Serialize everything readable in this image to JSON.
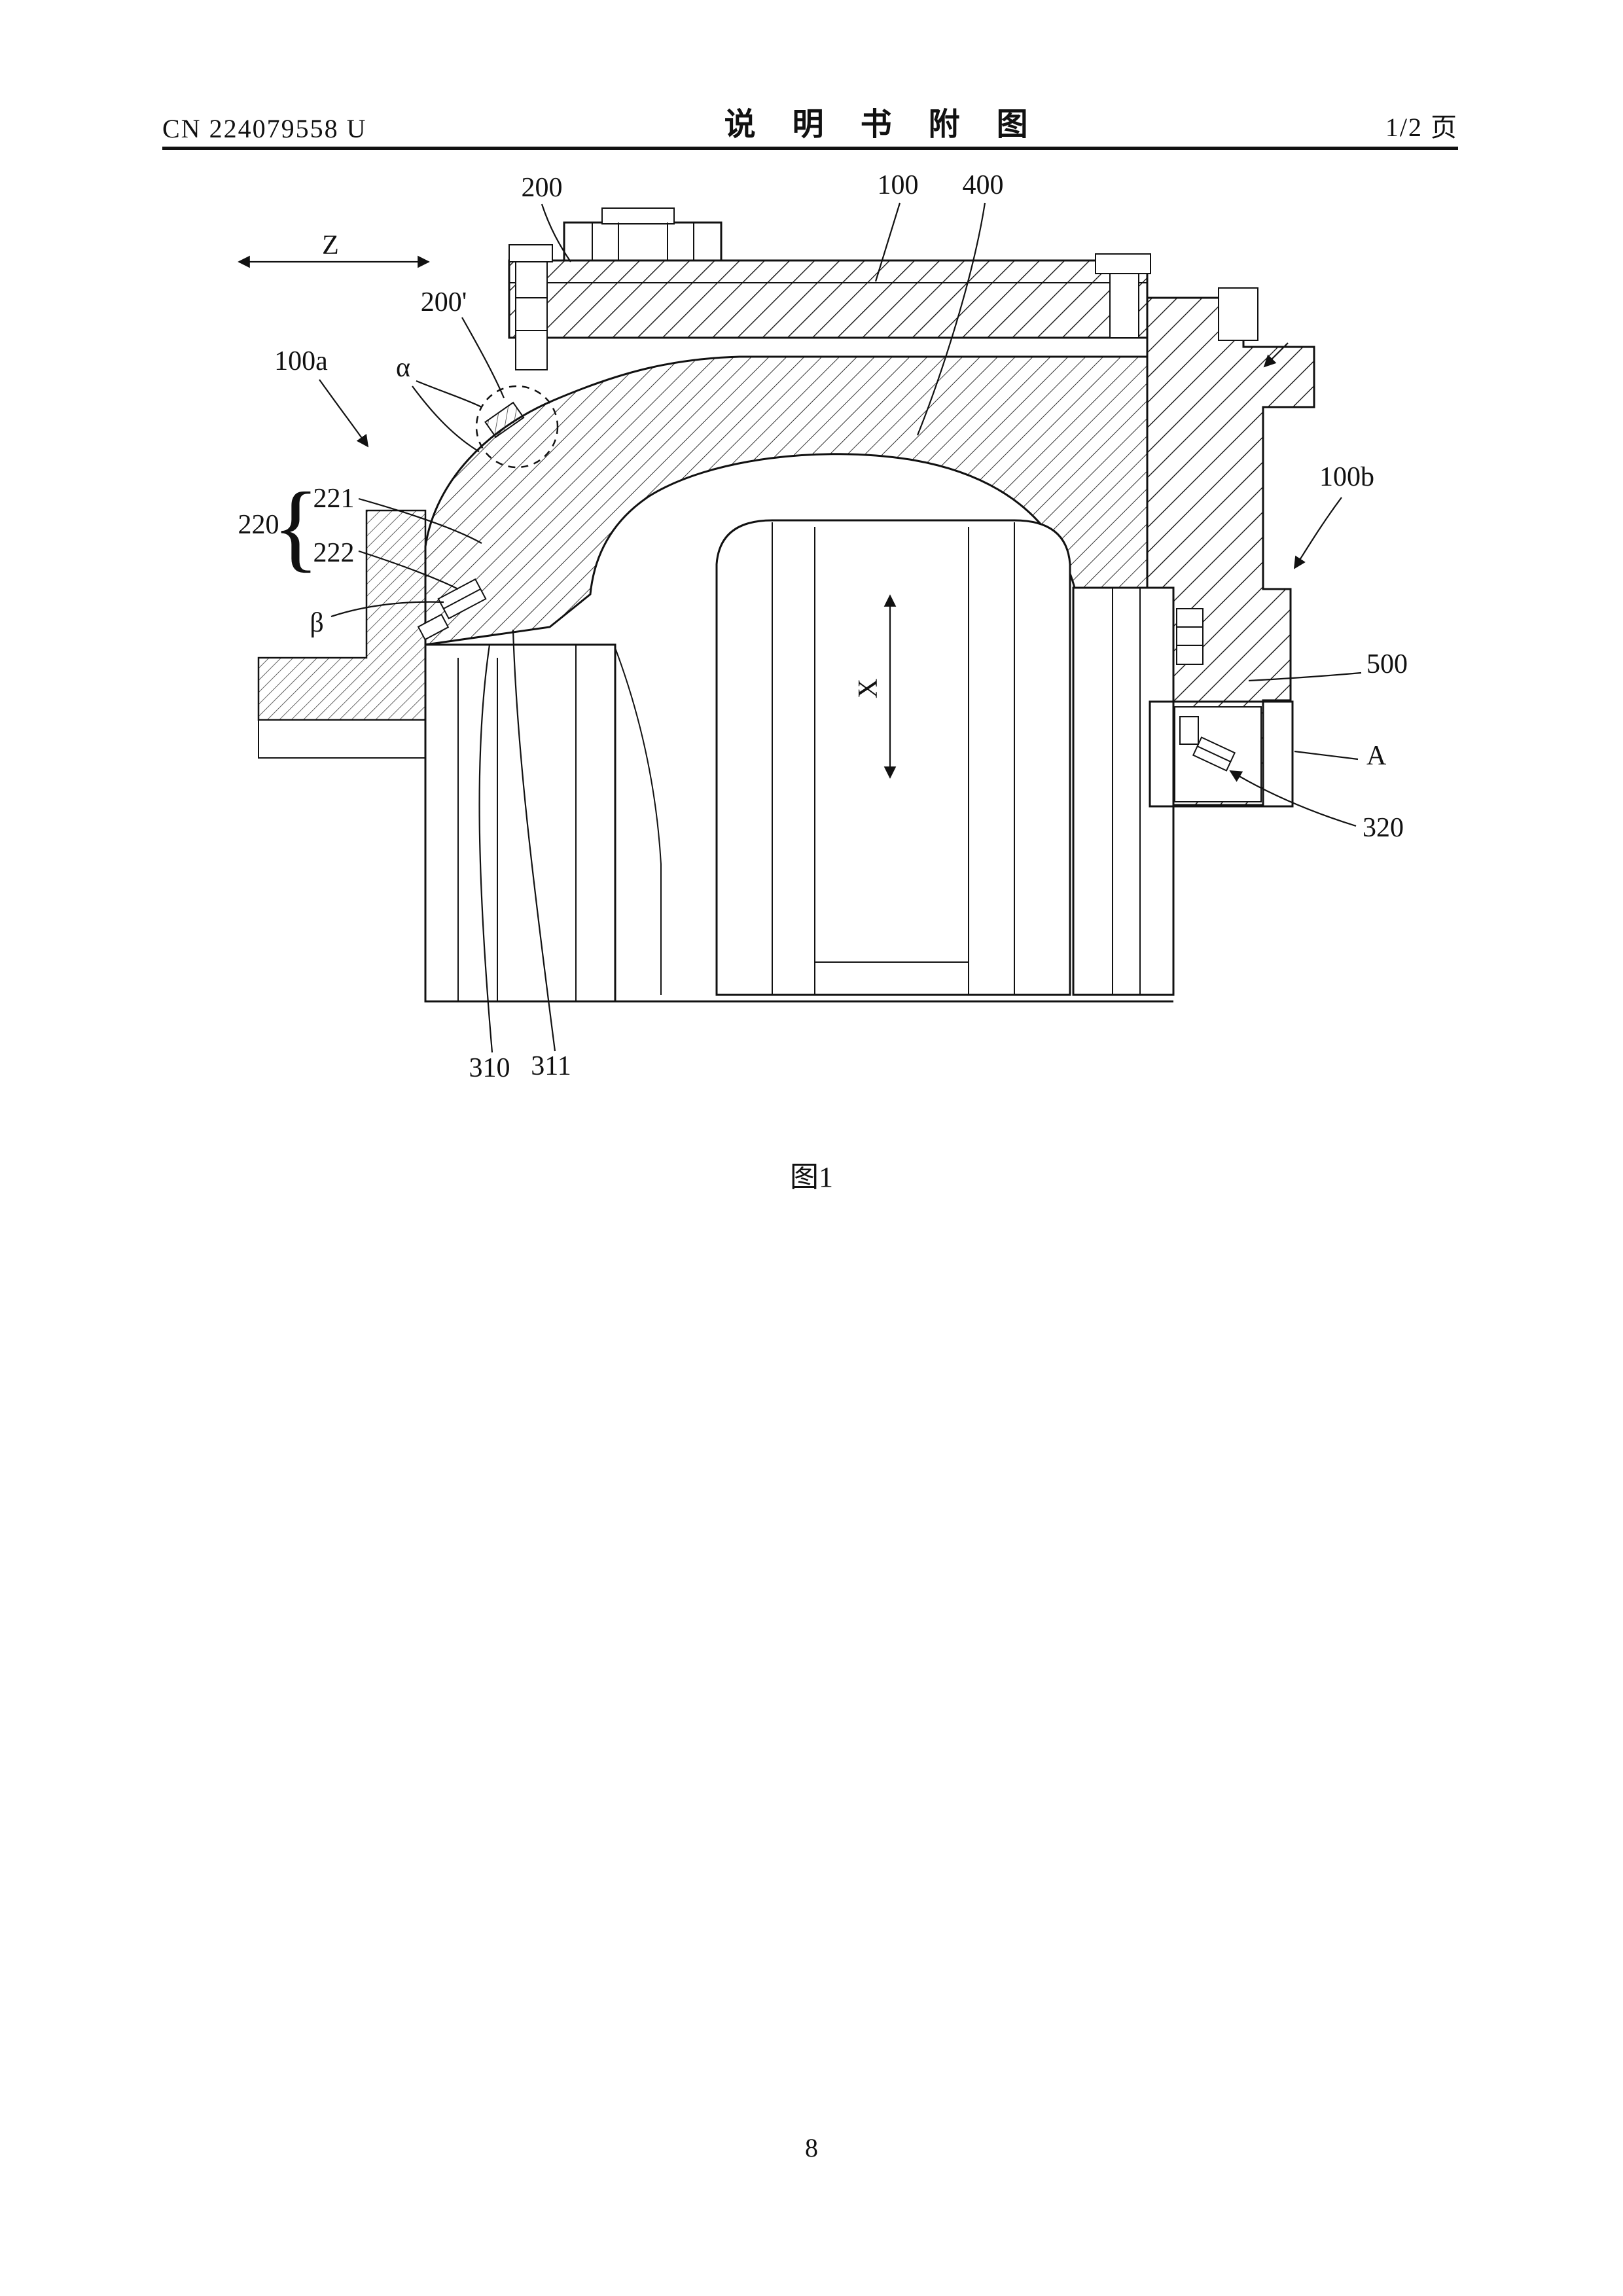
{
  "header": {
    "doc_number": "CN 224079558 U",
    "title": "说 明 书 附 图",
    "page_indicator": "1/2 页"
  },
  "figure": {
    "caption": "图1",
    "labels": {
      "n200": "200",
      "n100": "100",
      "n400": "400",
      "n200p": "200'",
      "n100a": "100a",
      "alpha": "α",
      "n220": "220",
      "brace": "{",
      "n221": "221",
      "n222": "222",
      "beta": "β",
      "n100b": "100b",
      "n500": "500",
      "A": "A",
      "n320": "320",
      "n310": "310",
      "n311": "311",
      "axis_z": "Z",
      "axis_x": "X"
    }
  },
  "footer": {
    "page_number": "8"
  }
}
